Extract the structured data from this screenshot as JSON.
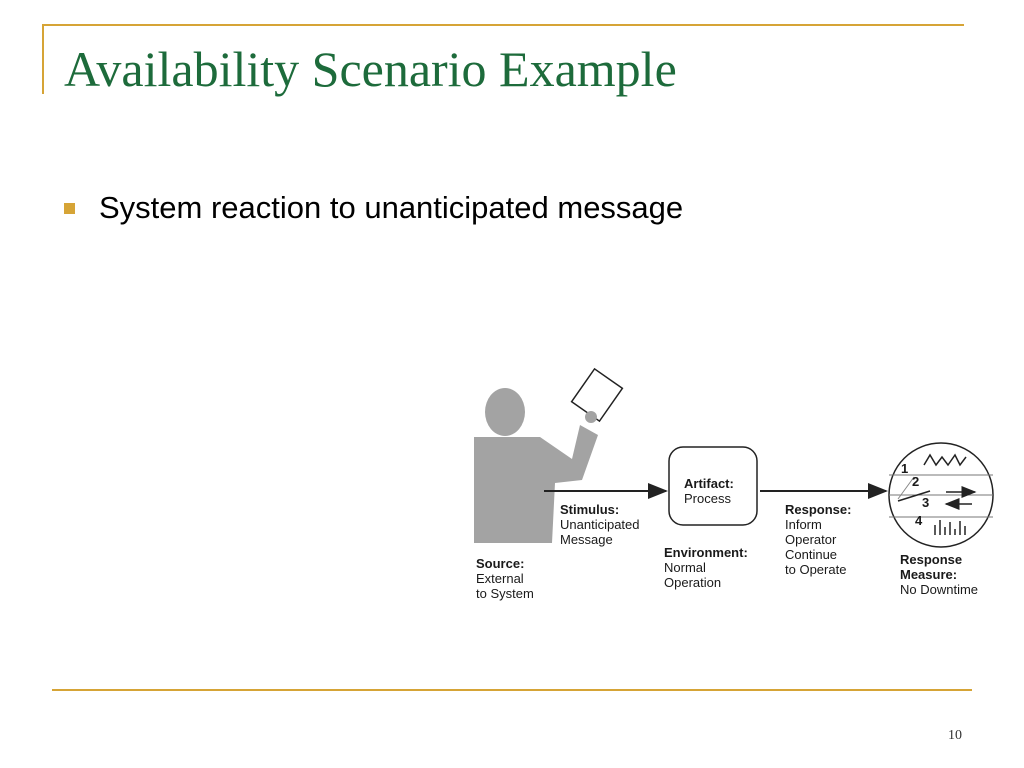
{
  "slide": {
    "title": "Availability Scenario Example",
    "bullet": "System reaction to unanticipated message",
    "page_number": "10"
  },
  "diagram": {
    "source": {
      "heading": "Source:",
      "lines": [
        "External",
        "to System"
      ]
    },
    "stimulus": {
      "heading": "Stimulus:",
      "lines": [
        "Unanticipated",
        "Message"
      ]
    },
    "artifact": {
      "heading": "Artifact:",
      "lines": [
        "Process"
      ]
    },
    "environment": {
      "heading": "Environment:",
      "lines": [
        "Normal",
        "Operation"
      ]
    },
    "response": {
      "heading": "Response:",
      "lines": [
        "Inform",
        "Operator",
        "Continue",
        "to Operate"
      ]
    },
    "response_measure": {
      "heading": "Response",
      "heading2": "Measure:",
      "lines": [
        "No Downtime"
      ]
    },
    "dial_numbers": [
      "1",
      "2",
      "3",
      "4"
    ]
  },
  "colors": {
    "accent": "#d6a436",
    "title": "#1d6b3b",
    "figure": "#a3a3a3"
  }
}
